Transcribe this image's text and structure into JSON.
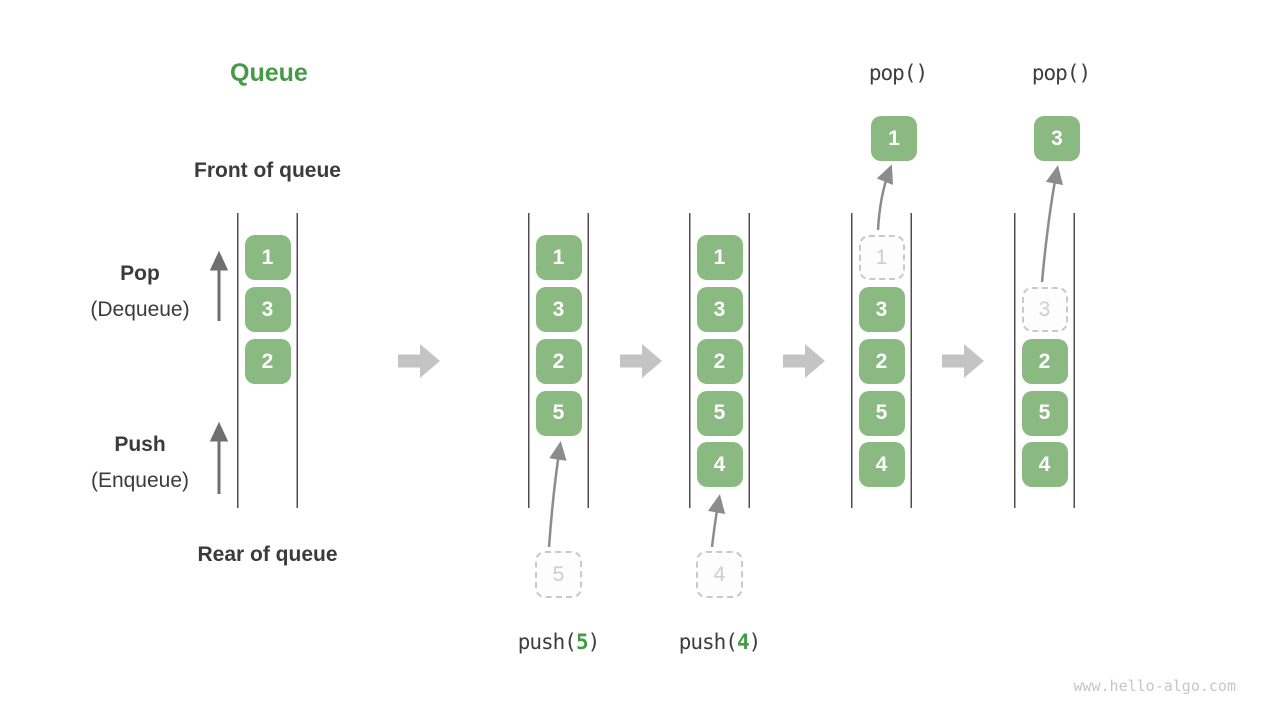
{
  "title": "Queue",
  "side_labels": {
    "front": "Front of queue",
    "rear": "Rear of queue",
    "pop": "Pop",
    "pop_sub": "(Dequeue)",
    "push": "Push",
    "push_sub": "(Enqueue)"
  },
  "watermark": "www.hello-algo.com",
  "colors": {
    "accent_green": "#459a47",
    "box_green": "#8aba81",
    "dark_text": "#3b3b3b",
    "ghost_border_gray": "#c9c9c9",
    "thin_arrow_gray": "#8c8c8c",
    "block_arrow_gray": "#c4c4c4"
  },
  "diagram": {
    "columns": [
      {
        "slots": [
          {
            "value": "1",
            "type": "solid"
          },
          {
            "value": "3",
            "type": "solid"
          },
          {
            "value": "2",
            "type": "solid"
          }
        ]
      },
      {
        "slots": [
          {
            "value": "1",
            "type": "solid"
          },
          {
            "value": "3",
            "type": "solid"
          },
          {
            "value": "2",
            "type": "solid"
          },
          {
            "value": "5",
            "type": "solid"
          }
        ],
        "incoming_value": "5",
        "operation": {
          "fn": "push(",
          "arg": "5",
          "close": ")"
        }
      },
      {
        "slots": [
          {
            "value": "1",
            "type": "solid"
          },
          {
            "value": "3",
            "type": "solid"
          },
          {
            "value": "2",
            "type": "solid"
          },
          {
            "value": "5",
            "type": "solid"
          },
          {
            "value": "4",
            "type": "solid"
          }
        ],
        "incoming_value": "4",
        "operation": {
          "fn": "push(",
          "arg": "4",
          "close": ")"
        }
      },
      {
        "slots": [
          {
            "value": "1",
            "type": "dashed"
          },
          {
            "value": "3",
            "type": "solid"
          },
          {
            "value": "2",
            "type": "solid"
          },
          {
            "value": "5",
            "type": "solid"
          },
          {
            "value": "4",
            "type": "solid"
          }
        ],
        "outgoing_value": "1",
        "operation_label": "pop()"
      },
      {
        "slots": [
          {
            "type": "empty"
          },
          {
            "value": "3",
            "type": "dashed"
          },
          {
            "value": "2",
            "type": "solid"
          },
          {
            "value": "5",
            "type": "solid"
          },
          {
            "value": "4",
            "type": "solid"
          }
        ],
        "outgoing_value": "3",
        "operation_label": "pop()"
      }
    ]
  }
}
